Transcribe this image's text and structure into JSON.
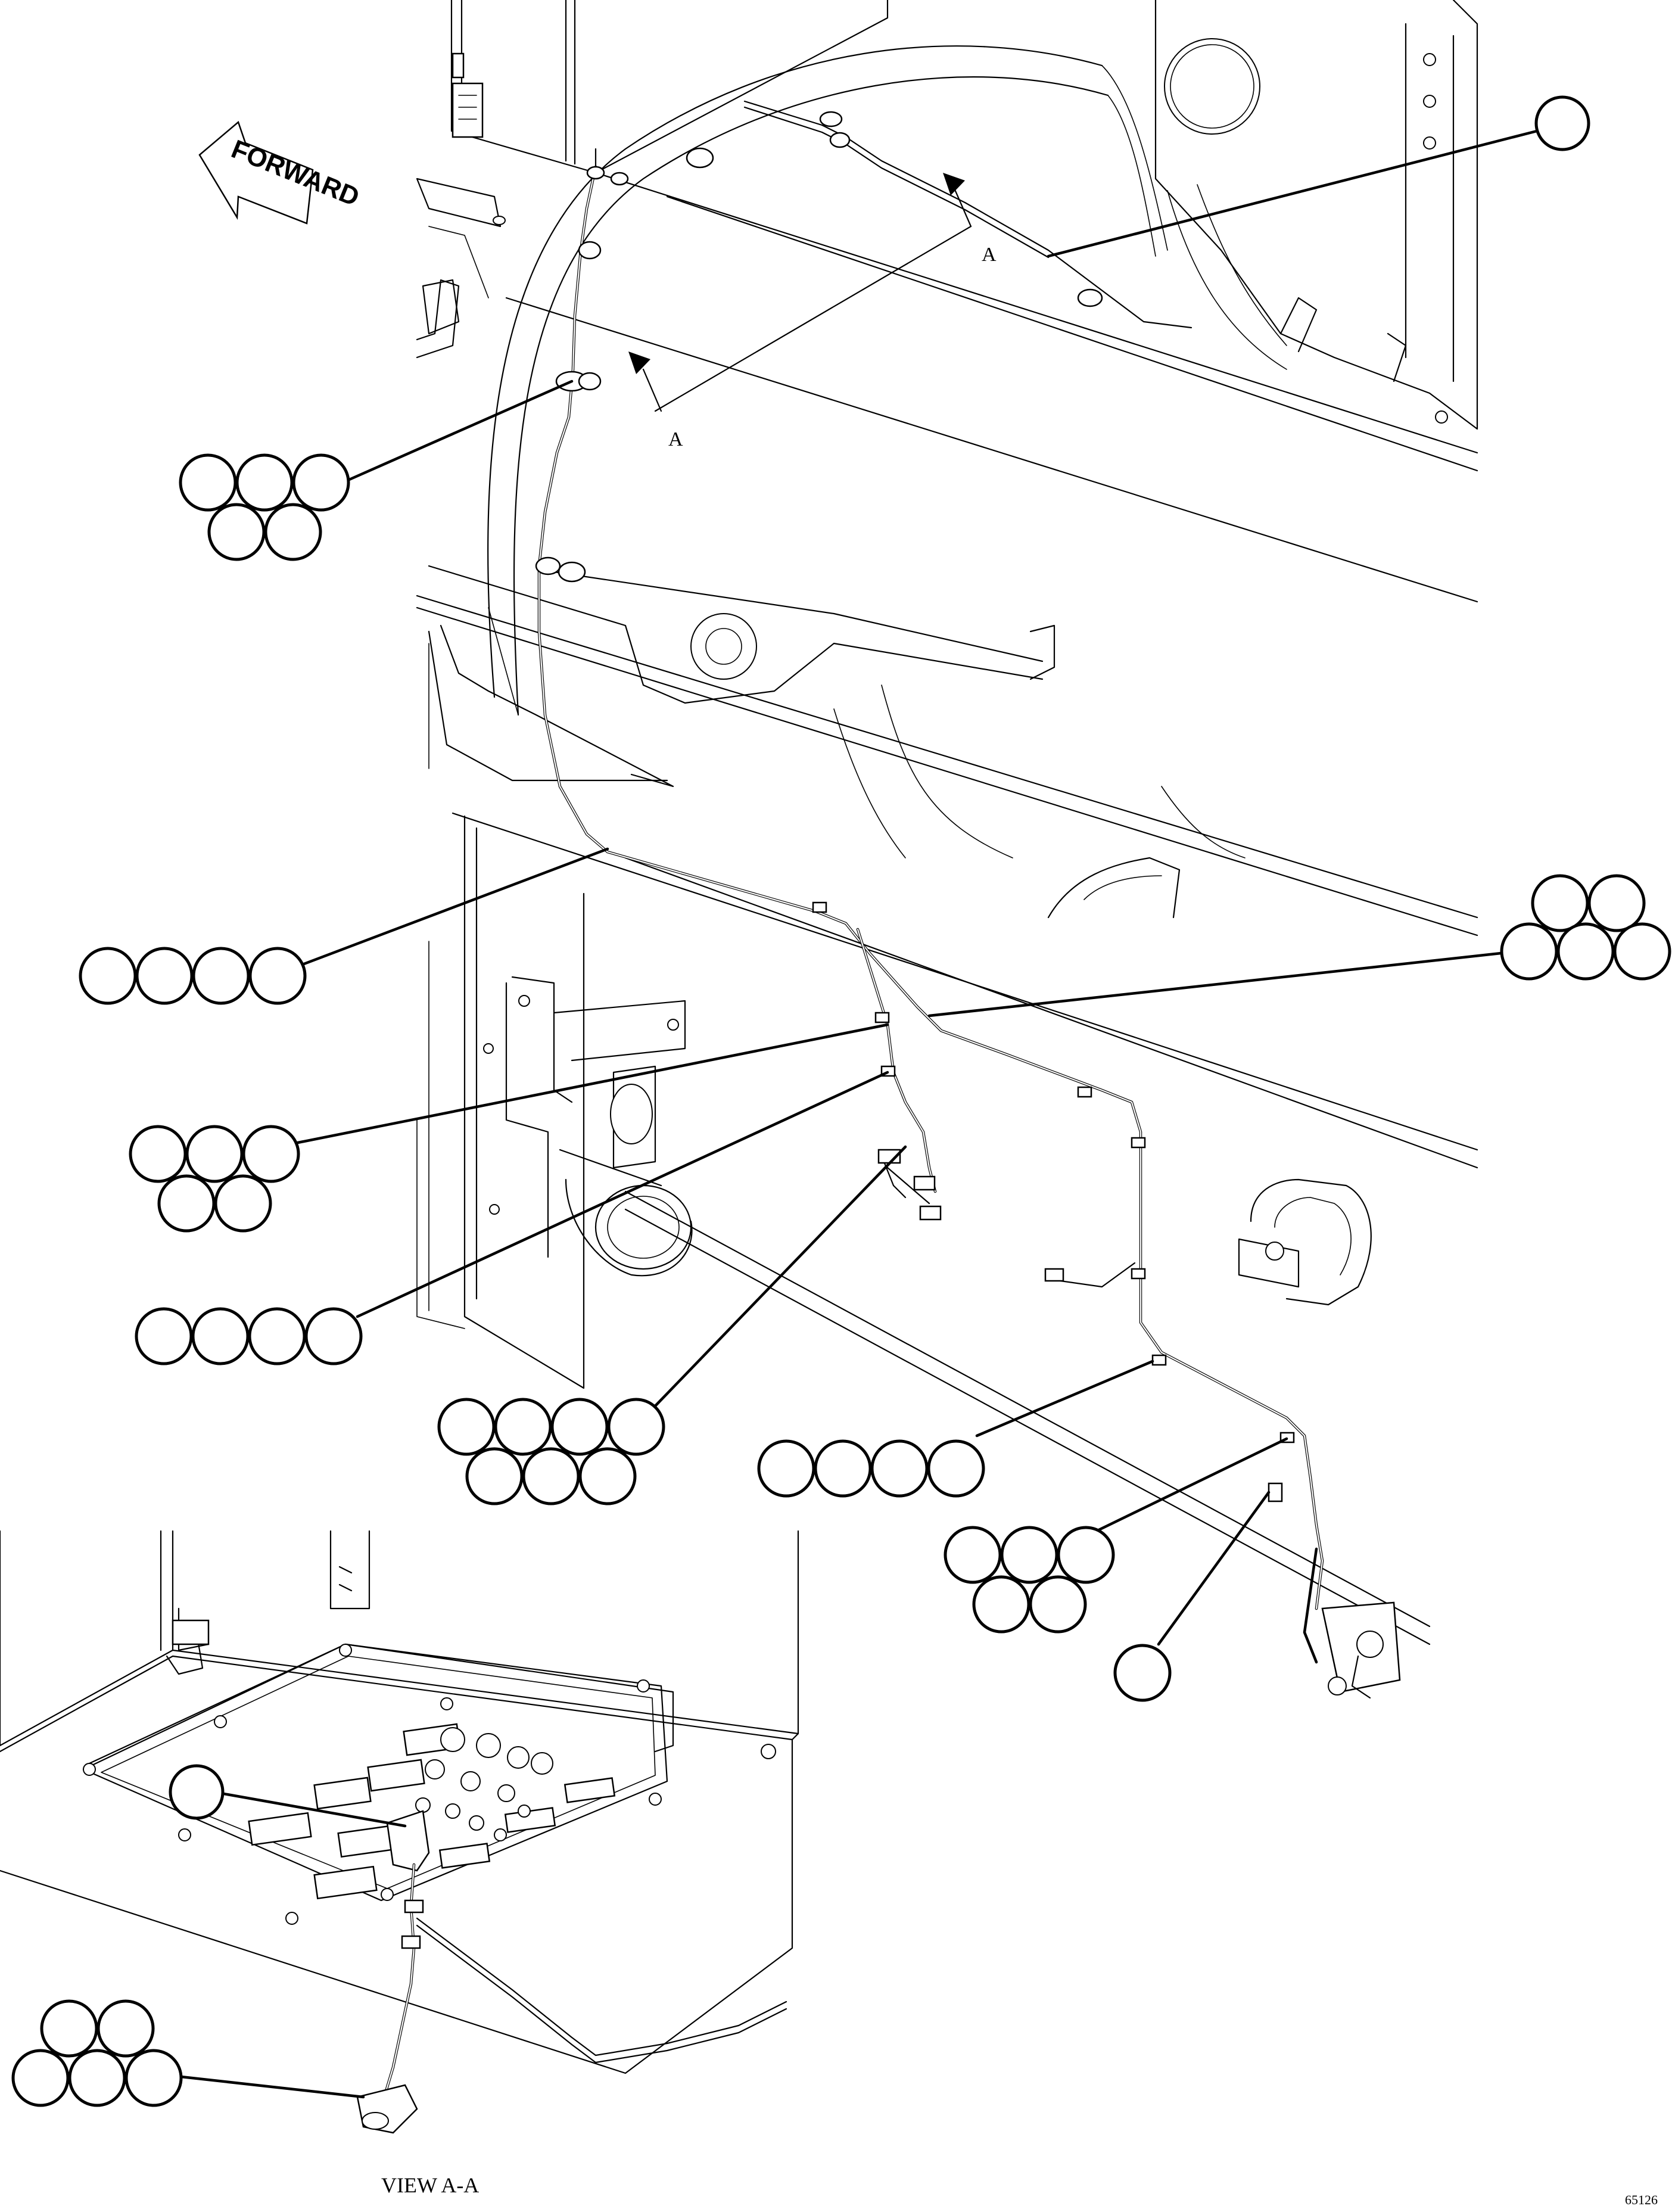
{
  "forward_arrow": {
    "label": "FORWARD"
  },
  "section_marks": [
    {
      "id": "upper",
      "label": "A"
    },
    {
      "id": "lower",
      "label": "A"
    }
  ],
  "view_label": "VIEW A-A",
  "drawing_number": "65126",
  "callout_groups": [
    {
      "id": "callout-top-right",
      "balloons": 1
    },
    {
      "id": "callout-upper-left",
      "balloons": 5
    },
    {
      "id": "callout-left-mid",
      "balloons": 4
    },
    {
      "id": "callout-right-mid",
      "balloons": 5
    },
    {
      "id": "callout-left-lower",
      "balloons": 5
    },
    {
      "id": "callout-left-bottom",
      "balloons": 4
    },
    {
      "id": "callout-center-bottom",
      "balloons": 7
    },
    {
      "id": "callout-center-right",
      "balloons": 4
    },
    {
      "id": "callout-right-lower",
      "balloons": 5
    },
    {
      "id": "callout-right-single",
      "balloons": 1
    },
    {
      "id": "callout-view-single",
      "balloons": 1
    },
    {
      "id": "callout-view-group",
      "balloons": 5
    }
  ]
}
